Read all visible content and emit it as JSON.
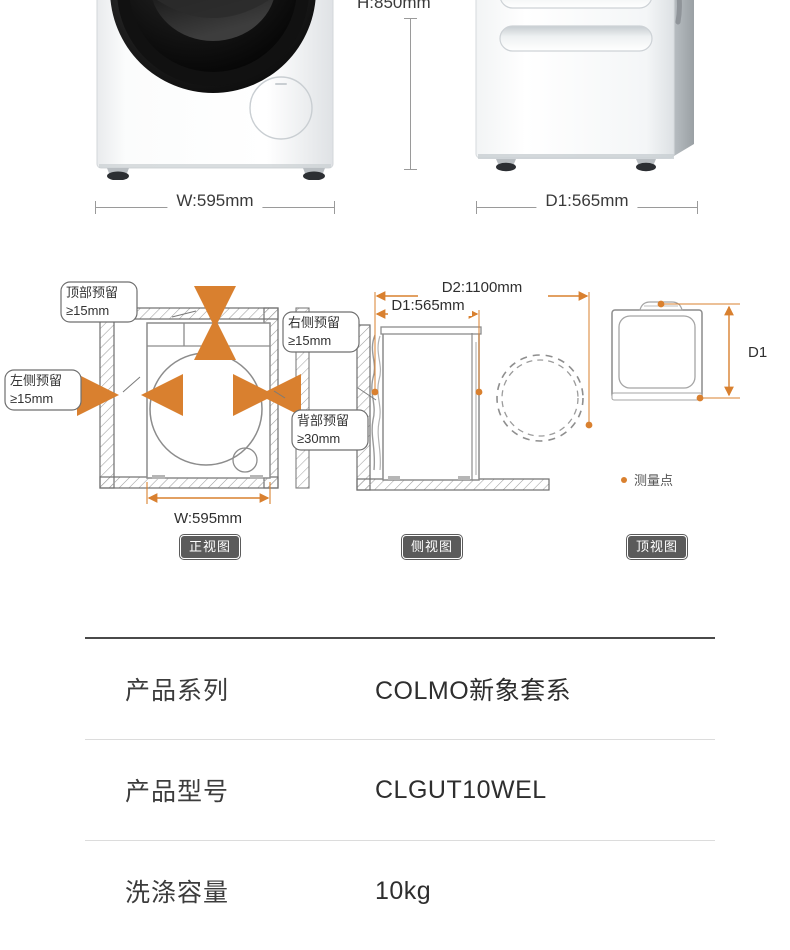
{
  "photos": {
    "front_view": {
      "alt_name": "washing-machine-front-photo",
      "width_dim": "W:595mm"
    },
    "height_dim": "H:850mm",
    "back_view": {
      "alt_name": "washing-machine-back-photo",
      "depth_dim": "D1:565mm"
    }
  },
  "diagrams": {
    "front": {
      "badge": "正视图",
      "width_dim": "W:595mm",
      "callouts": {
        "top": "顶部预留\n≥15mm",
        "top_line1": "顶部预留",
        "top_line2": "≥15mm",
        "right_line1": "右侧预留",
        "right_line2": "≥15mm",
        "left_line1": "左侧预留",
        "left_line2": "≥15mm",
        "back_line1": "背部预留",
        "back_line2": "≥30mm"
      }
    },
    "side": {
      "badge": "侧视图",
      "depth_total_dim": "D2:1100mm",
      "depth_body_dim": "D1:565mm"
    },
    "top": {
      "badge": "顶视图",
      "depth_dim": "D1",
      "legend": "测量点"
    }
  },
  "spec_table": {
    "rows": [
      {
        "label": "产品系列",
        "value": "COLMO新象套系"
      },
      {
        "label": "产品型号",
        "value": "CLGUT10WEL"
      },
      {
        "label": "洗涤容量",
        "value": "10kg"
      }
    ]
  },
  "colors": {
    "accent_orange": "#d9802f",
    "dim_gray": "#9a9a9a",
    "line_gray": "#8c8c8c",
    "badge_bg": "#5b5b5b",
    "table_border": "#4a4a4a"
  }
}
